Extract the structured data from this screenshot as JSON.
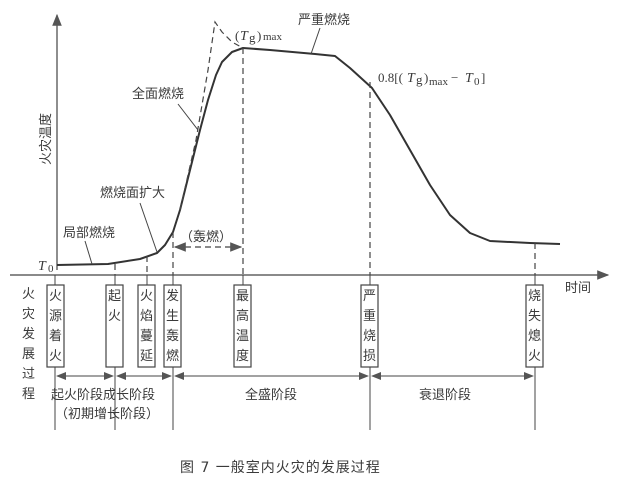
{
  "figure": {
    "caption": "图 7   一般室内火灾的发展过程",
    "y_axis_label": "火灾温度",
    "x_axis_label": "时间",
    "t0_label": "T",
    "t0_sub": "0"
  },
  "curve_annotations": {
    "local_burning": "局部燃烧",
    "burning_surface_expand": "燃烧面扩大",
    "full_burning": "全面燃烧",
    "severe_burning": "严重燃烧",
    "flashover": "（轰燃）",
    "tg_max": {
      "open": "(",
      "T": "T",
      "g": "g",
      "close": ")",
      "sub": "max"
    },
    "decay_threshold": {
      "prefix": "0.8[(",
      "T": "T",
      "g": "g",
      "mid": ")",
      "sub": "max",
      "minus": "− ",
      "T0": "T",
      "T0sub": "0",
      "close": " ]"
    }
  },
  "process": {
    "row_label": [
      "火",
      "灾",
      "发",
      "展",
      "过",
      "程"
    ],
    "events": [
      {
        "id": "ignition-source",
        "chars": [
          "火",
          "源",
          "着",
          "火"
        ]
      },
      {
        "id": "ignite",
        "chars": [
          "起",
          "火"
        ]
      },
      {
        "id": "flame-spread",
        "chars": [
          "火",
          "焰",
          "蔓",
          "延"
        ]
      },
      {
        "id": "flashover-occurs",
        "chars": [
          "发",
          "生",
          "轰",
          "燃"
        ]
      },
      {
        "id": "max-temperature",
        "chars": [
          "最",
          "高",
          "温",
          "度"
        ]
      },
      {
        "id": "severe-damage",
        "chars": [
          "严",
          "重",
          "烧",
          "损"
        ]
      },
      {
        "id": "burnout",
        "chars": [
          "烧",
          "失",
          "熄",
          "火"
        ]
      }
    ],
    "stages": {
      "ignition_growth": "起火阶段成长阶段",
      "initial_growth": "（初期增长阶段）",
      "fully_developed": "全盛阶段",
      "decay": "衰退阶段"
    }
  },
  "colors": {
    "ink": "#3a3a3a",
    "background": "#ffffff"
  }
}
